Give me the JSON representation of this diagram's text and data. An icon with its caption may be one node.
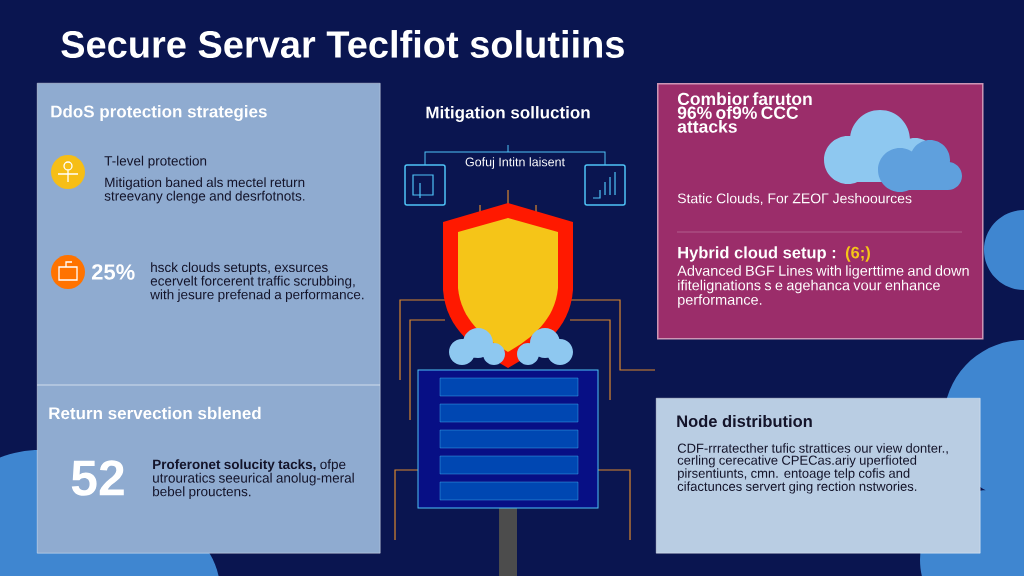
{
  "diagram": {
    "title": "Secure Servar Teclfiot solutiins",
    "nodes": [
      {
        "text": [
          "DdoS protection strategies",
          "T-level protection",
          "Mitigation baned als mectel return streevany clenge and desrfotnots.",
          "25%",
          "hsck clouds setupts, exsurces ecervelt forcerent traffic scrubbing, with jesure prefenad a performance.",
          "Return servection sblened",
          "52",
          "**Proferonet solucity tacks,** ofpe utrouratics seeurical anolug-meral bebel prouctens."
        ]
      },
      {
        "text": [
          "Combior faruton 96% of9% CCC attacks",
          "Static Clouds, For ZEOГ Jeshoources",
          "Hybrid cloud setup :",
          "(6;)",
          "Advanced BGF Lines with ligerttime and down ifitelignations s e agehanca vour enhance performance."
        ]
      },
      {
        "text": [
          "Node distribution",
          "CDF-rrratecther tufic strattices our view donter., cerling cerecative CPECas.ariy uperfioted pirsentiunts, cmn. entoage telp cofis and cifactunces servert ging rection nstwories."
        ]
      }
    ],
    "labels": [
      "Mitigation solluction",
      "Gofuj Intitn laisent"
    ]
  }
}
